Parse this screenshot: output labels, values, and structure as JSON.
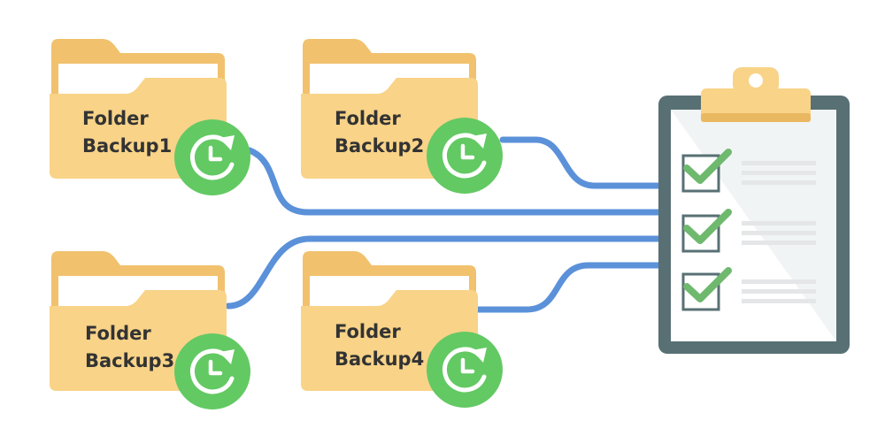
{
  "folders": [
    {
      "line1": "Folder",
      "line2": "Backup1"
    },
    {
      "line1": "Folder",
      "line2": "Backup2"
    },
    {
      "line1": "Folder",
      "line2": "Backup3"
    },
    {
      "line1": "Folder",
      "line2": "Backup4"
    }
  ],
  "icons": {
    "folder": "folder-icon",
    "backup": "backup-clock-icon",
    "checklist": "clipboard-checklist-icon",
    "check": "checkmark-icon"
  },
  "colors": {
    "folder_back": "#F1C16D",
    "folder_front": "#F8D388",
    "folder_paper": "#FFFFFF",
    "badge": "#63C963",
    "connector": "#5B91D9",
    "clipboard_frame": "#587074",
    "clipboard_clip": "#F8D388",
    "check": "#6FB96E",
    "text": "#333333"
  }
}
